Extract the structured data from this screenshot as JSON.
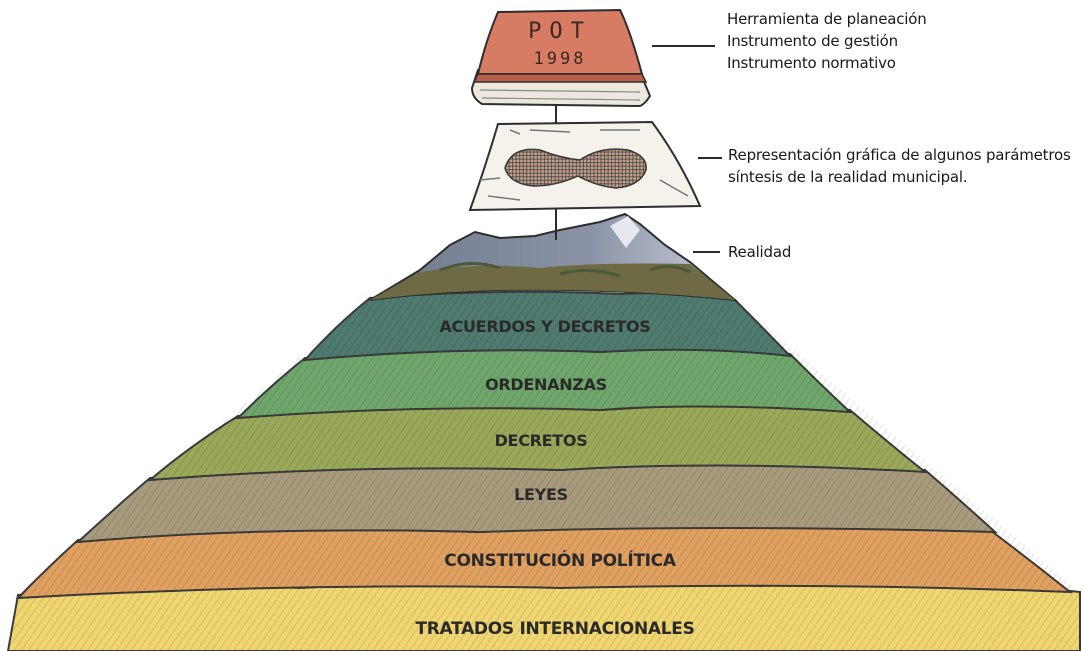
{
  "book": {
    "line1": "POT",
    "line2": "1998"
  },
  "layers": [
    {
      "label": "ACUERDOS Y DECRETOS",
      "color": "#4f7a6f"
    },
    {
      "label": "ORDENANZAS",
      "color": "#6fa66b"
    },
    {
      "label": "DECRETOS",
      "color": "#9aa85a"
    },
    {
      "label": "LEYES",
      "color": "#a89a7c"
    },
    {
      "label": "CONSTITUCIÓN POLÍTICA",
      "color": "#e0a060"
    },
    {
      "label": "TRATADOS INTERNACIONALES",
      "color": "#f0d670"
    }
  ],
  "annotations": {
    "pot": [
      "Herramienta de planeación",
      "Instrumento de gestión",
      "Instrumento normativo"
    ],
    "map": [
      "Representación gráfica de algunos parámetros",
      "síntesis de la realidad municipal."
    ],
    "reality": "Realidad"
  }
}
